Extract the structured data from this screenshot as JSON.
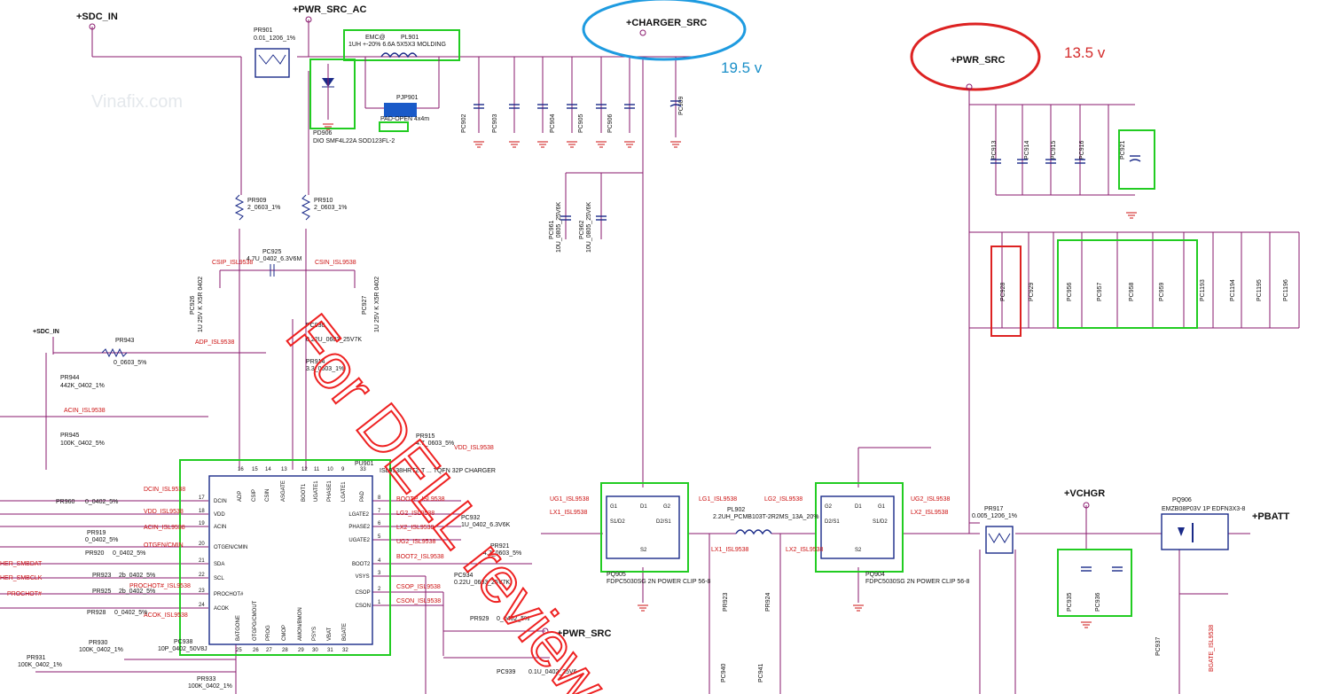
{
  "nets": {
    "sdc_in": "+SDC_IN",
    "pwr_src_ac": "+PWR_SRC_AC",
    "charger_src": "+CHARGER_SRC",
    "pwr_src": "+PWR_SRC",
    "vchgr": "+VCHGR",
    "pbatt": "+PBATT",
    "sdc_in_left": "+SDC_IN",
    "pwr_src_bottom": "+PWR_SRC"
  },
  "voltages": {
    "charger": "19.5 v",
    "pwr_src": "13.5 v"
  },
  "watermark": {
    "site": "Vinafix.com",
    "red_text": "For DELL review"
  },
  "components": {
    "pr901": "PR901",
    "pr901_val": "0.01_1206_1%",
    "pl901_emc": "EMC@",
    "pl901": "PL901",
    "pl901_val": "1UH +-20% 6.6A 5X5X3 MOLDING",
    "pjp901": "PJP901",
    "pjp901_val": "PAD-OPEN 4x4m",
    "pd906": "PD906",
    "pd906_val": "DIO SMF4L22A SOD123FL-2",
    "pr909": "PR909",
    "pr909_val": "2_0603_1%",
    "pr910": "PR910",
    "pr910_val": "2_0603_1%",
    "pc925": "PC925",
    "pc925_val": "4.7U_0402_6.3V6M",
    "pc926": "PC926",
    "pc926_val": "1U 25V K X5R 0402",
    "pc927": "PC927",
    "pc927_val": "1U 25V K X5R 0402",
    "pc930": "PC930",
    "pc930_val": "0.22U_0603_25V7K",
    "pr914": "PR914",
    "pr914_val": "3.3_0603_1%",
    "pr943": "PR943",
    "pr943_val": "0_0603_5%",
    "pr944": "PR944",
    "pr944_val": "442K_0402_1%",
    "pr945": "PR945",
    "pr945_val": "100K_0402_5%",
    "pu901": "PU901",
    "pu901_val": "ISL9538HRTZ-T ... TQFN 32P CHARGER",
    "pr915": "PR915",
    "pr915_val": "4.7_0603_5%",
    "pc932": "PC932",
    "pc932_val": "1U_0402_6.3V6K",
    "pr921": "PR921",
    "pr921_val": "4.7_0603_5%",
    "pc934": "PC934",
    "pc934_val": "0.22U_0603_25V7K",
    "pq905": "PQ905",
    "pq905_val": "FDPC5030SG 2N POWER CLIP 56-8",
    "pl902": "PL902",
    "pl902_val": "2.2UH_PCMB103T-2R2MS_13A_20%",
    "pq904": "PQ904",
    "pq904_val": "FDPC5030SG 2N POWER CLIP 56-8",
    "pr917": "PR917",
    "pr917_val": "0.005_1206_1%",
    "pq906": "PQ906",
    "pq906_val": "EMZB08P03V 1P EDFN3X3-8",
    "pr929": "PR929",
    "pr929_val": "0_0402_5%",
    "pc939": "PC939",
    "pc939_val": "0.1U_0402_25V6",
    "pr960": "PR960",
    "pr960_val": "0_0402_5%",
    "pr919": "PR919",
    "pr919_val": "0_0402_5%",
    "pr920": "PR920",
    "pr920_val": "0_0402_5%",
    "pr923": "PR923",
    "pr923_val": "2b_0402_5%",
    "pr925": "PR925",
    "pr925_val": "2b_0402_5%",
    "pr928": "PR928",
    "pr928_val": "0_0402_5%",
    "pr930": "PR930",
    "pr930_val": "100K_0402_1%",
    "pr931": "PR931",
    "pr931_val": "100K_0402_1%",
    "pc938": "PC938",
    "pc938_val": "10P_0402_50V8J",
    "pr933": "PR933",
    "pr933_val": "100K_0402_1%",
    "pc961": "PC961",
    "pc961_val": "10U_0805_25V6K",
    "pc962": "PC962",
    "pc962_val": "10U_0805_25V6K"
  },
  "net_signals": {
    "csip": "CSIP_ISL9538",
    "csin": "CSIN_ISL9538",
    "adp": "ADP_ISL9538",
    "acin": "ACIN_ISL9538",
    "vdd": "VDD_ISL9538",
    "dcin": "DCIN_ISL9538",
    "acin2": "ACIN_ISL9538",
    "otgen": "OTGEN/CMIN",
    "smbdat": "HER_SMBDAT",
    "smbclk": "HER_SMBCLK",
    "prochot": "PROCHOT#",
    "prochot_isl": "PROCHOT#_ISL9538",
    "acok": "ACOK_ISL9538",
    "ugate1": "UG1_ISL9538",
    "lgate1": "LG1_ISL9538",
    "phase1": "LX1_ISL9538",
    "lx1": "LX1_ISL9538",
    "ug1": "UG1_ISL9538",
    "lg1": "LG1_ISL9538",
    "lx2": "LX2_ISL9538",
    "ug2": "UG2_ISL9538",
    "lg2": "LG2_ISL9538",
    "boot2": "BOOT2_ISL9538",
    "csop": "CSOP_ISL9538",
    "cson": "CSON_ISL9538",
    "vdd_isl": "VDD_ISL9538",
    "bgate": "BGATE_ISL9538",
    "bootp": "BOOTP_ISL9538"
  },
  "ic_pins": {
    "left": [
      "DCIN",
      "VDD",
      "ACIN",
      "OTGEN/CMIN",
      "SDA",
      "SCL",
      "PROCHOT#",
      "ACOK"
    ],
    "left_nums": [
      "17",
      "18",
      "19",
      "20",
      "21",
      "22",
      "23",
      "24"
    ],
    "top": [
      "ADP",
      "CSIP",
      "CSIN",
      "ASGATE",
      "BOOT1",
      "UGATE1",
      "PHASE1",
      "LGATE1",
      "PAD"
    ],
    "top_nums": [
      "16",
      "15",
      "14",
      "13",
      "12",
      "11",
      "10",
      "9",
      "33"
    ],
    "right": [
      "LGATE2",
      "PHASE2",
      "UGATE2",
      "BOOT2",
      "VSYS",
      "CSOP",
      "CSON"
    ],
    "right_nums": [
      "8",
      "7",
      "6",
      "5",
      "4",
      "3",
      "2",
      "1"
    ],
    "bottom": [
      "BATGONE",
      "OTGPG/CMOUT",
      "PROG",
      "CMOP",
      "AMON/BMON",
      "PSYS",
      "VBAT",
      "BGATE"
    ],
    "bottom_nums": [
      "25",
      "26",
      "27",
      "28",
      "29",
      "30",
      "31",
      "32"
    ]
  },
  "mosfet_pins": {
    "g1": "G1",
    "g2": "G2",
    "d1": "D1",
    "s1d2": "S1/D2",
    "d2s1": "D2/S1",
    "s2": "S2"
  },
  "cap_labels": {
    "pc902": "PC902",
    "pc903": "PC903",
    "pc904": "PC904",
    "pc905": "PC905",
    "pc906": "PC906",
    "pc909": "PC909",
    "pc913": "PC913",
    "pc914": "PC914",
    "pc915": "PC915",
    "pc916": "PC916",
    "pc921": "PC921",
    "pc928": "PC928",
    "pc929": "PC929",
    "pc956": "PC956",
    "pc957": "PC957",
    "pc958": "PC958",
    "pc959": "PC959",
    "pc1193": "PC1193",
    "pc1194": "PC1194",
    "pc1195": "PC1195",
    "pc1196": "PC1196",
    "pc935": "PC935",
    "pc936": "PC936",
    "pc937": "PC937",
    "pc940": "PC940",
    "pc941": "PC941",
    "pr924": "PR924",
    "pr923b": "PR923"
  },
  "colors": {
    "wire": "#8a1a6e",
    "green_box": "#22cc22",
    "red_box": "#dd2222",
    "blue_ellipse": "#1e9be0",
    "red_ellipse": "#dd2222"
  }
}
